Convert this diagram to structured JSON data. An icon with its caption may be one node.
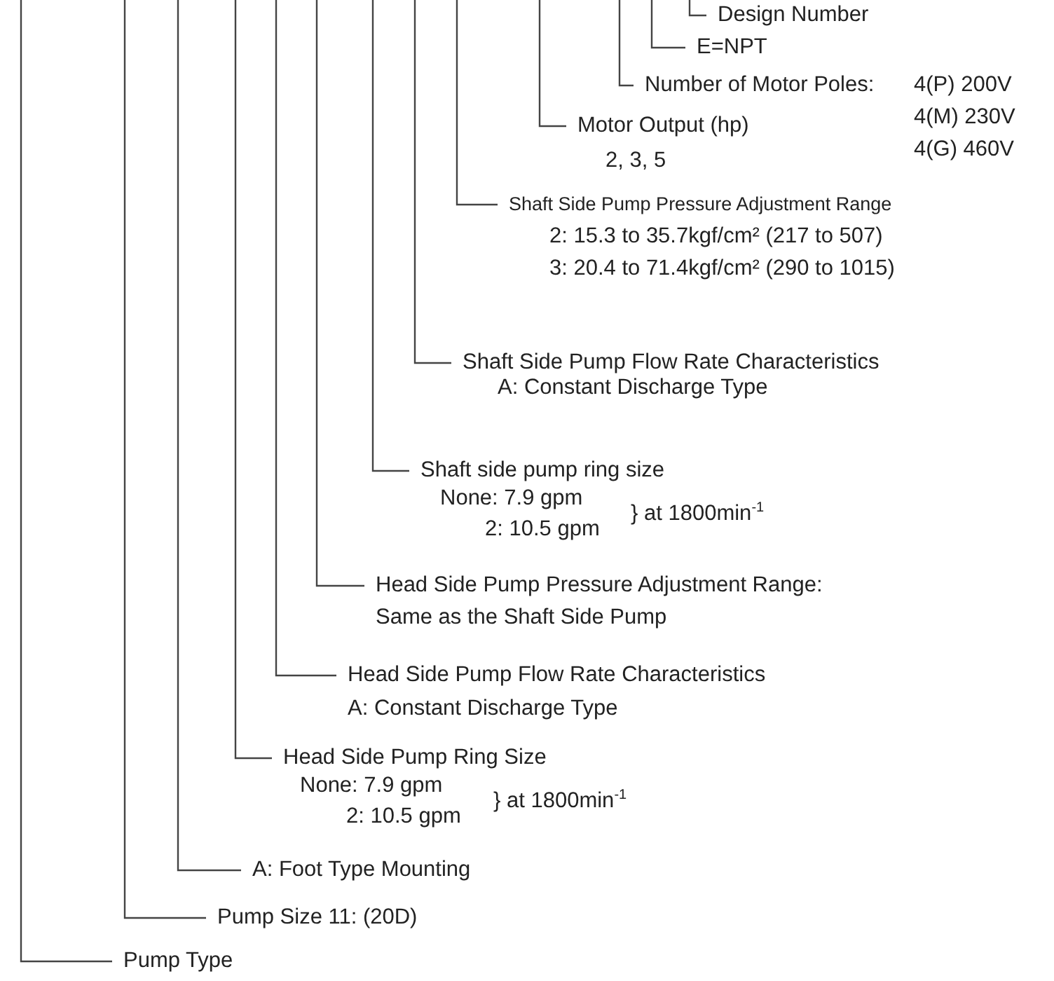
{
  "diagram": {
    "nodes": [
      {
        "text": [
          "Design Number"
        ]
      },
      {
        "text": [
          "E=NPT"
        ]
      },
      {
        "text": [
          "Number of Motor Poles:",
          "4(P) 200V",
          "4(M) 230V",
          "4(G) 460V"
        ]
      },
      {
        "text": [
          "Motor Output (hp)",
          "2, 3, 5"
        ]
      },
      {
        "text": [
          "Shaft Side Pump Pressure Adjustment Range",
          "2: 15.3 to 35.7kgf/cm² (217 to 507)",
          "3: 20.4 to 71.4kgf/cm² (290 to 1015)"
        ]
      },
      {
        "text": [
          "Shaft Side Pump Flow Rate Characteristics",
          "A: Constant Discharge Type"
        ]
      },
      {
        "text": [
          "Shaft side pump ring size",
          "None: 7.9 gpm",
          "2: 10.5 gpm",
          "} at 1800min$^{-1}$"
        ]
      },
      {
        "text": [
          "Head Side Pump Pressure Adjustment Range:",
          "Same as the Shaft Side Pump"
        ]
      },
      {
        "text": [
          "Head Side Pump Flow Rate Characteristics",
          "A: Constant Discharge Type"
        ]
      },
      {
        "text": [
          "Head Side Pump Ring Size",
          "None: 7.9 gpm",
          "2: 10.5 gpm",
          "} at 1800min$^{-1}$"
        ]
      },
      {
        "text": [
          "A: Foot Type Mounting"
        ]
      },
      {
        "text": [
          "Pump Size 11: (20D)"
        ]
      },
      {
        "text": [
          "Pump Type"
        ]
      }
    ],
    "edges": [
      {
        "from": 0,
        "to": null,
        "arrow": "none"
      },
      {
        "from": 1,
        "to": null,
        "arrow": "none"
      },
      {
        "from": 2,
        "to": null,
        "arrow": "none"
      },
      {
        "from": 3,
        "to": null,
        "arrow": "none"
      },
      {
        "from": 4,
        "to": null,
        "arrow": "none"
      },
      {
        "from": 5,
        "to": null,
        "arrow": "none"
      },
      {
        "from": 6,
        "to": null,
        "arrow": "none"
      },
      {
        "from": 7,
        "to": null,
        "arrow": "none"
      },
      {
        "from": 8,
        "to": null,
        "arrow": "none"
      },
      {
        "from": 9,
        "to": null,
        "arrow": "none"
      },
      {
        "from": 10,
        "to": null,
        "arrow": "none"
      },
      {
        "from": 11,
        "to": null,
        "arrow": "none"
      },
      {
        "from": 12,
        "to": null,
        "arrow": "none"
      }
    ]
  }
}
